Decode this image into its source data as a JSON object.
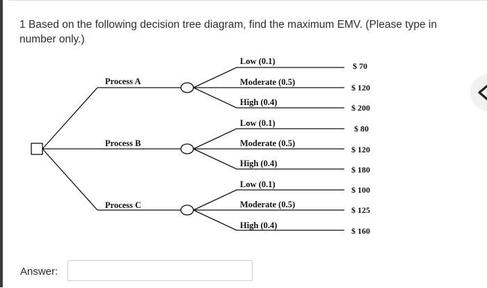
{
  "question": {
    "number": "1",
    "text": "Based on the following decision tree diagram, find the maximum EMV. (Please type in number only.)"
  },
  "tree": {
    "processes": [
      {
        "label": "Process A",
        "outcomes": [
          {
            "label": "Low (0.1)",
            "payoff": "$ 70"
          },
          {
            "label": "Moderate (0.5)",
            "payoff": "$ 120"
          },
          {
            "label": "High (0.4)",
            "payoff": "$ 200"
          }
        ]
      },
      {
        "label": "Process B",
        "outcomes": [
          {
            "label": "Low (0.1)",
            "payoff": "$ 80"
          },
          {
            "label": "Moderate (0.5)",
            "payoff": "$ 120"
          },
          {
            "label": "High (0.4)",
            "payoff": "$ 180"
          }
        ]
      },
      {
        "label": "Process C",
        "outcomes": [
          {
            "label": "Low (0.1)",
            "payoff": "$ 100"
          },
          {
            "label": "Moderate (0.5)",
            "payoff": "$ 125"
          },
          {
            "label": "High (0.4)",
            "payoff": "$ 160"
          }
        ]
      }
    ]
  },
  "answer": {
    "label": "Answer:",
    "value": ""
  },
  "nav": {
    "icon": "chevron-left-icon"
  }
}
